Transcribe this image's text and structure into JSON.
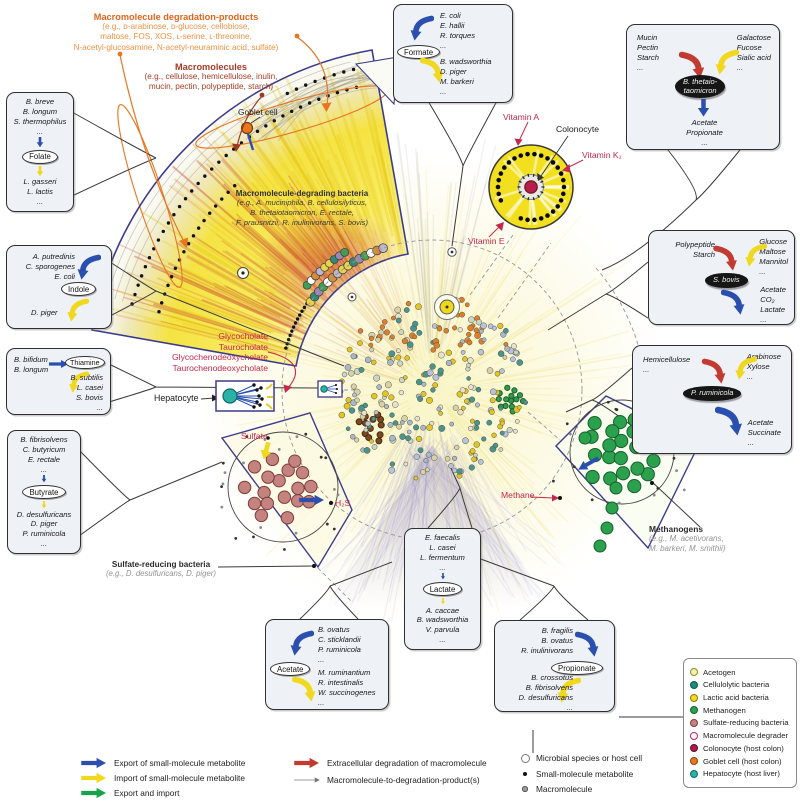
{
  "annotations": {
    "degradation_title": "Macromolecule degradation-products",
    "degradation_body": "(e.g., ᴅ-arabinose, ᴅ-glucose, cellobiose,\nmaltose, FOS, XOS, ʟ-serine, ʟ-threonine,\nN-acetyl-glucosamine, N-acetyl-neuraminic acid, sulfate)",
    "macromolecules_title": "Macromolecules",
    "macromolecules_body": "(e.g., cellulose, hemicellulose, inulin,\nmucin, pectin, polypeptide, starch)",
    "goblet_cell": "Goblet cell",
    "degrading_title": "Macromolecule-degrading bacteria",
    "degrading_body": "(e.g., A. muciniphila, B. cellulosilyticus,\nB. thetaiotaomicron, E. rectale,\nF. prausnitzii, R. inulinivorans, S. bovis)",
    "vitamin_a": "Vitamin A",
    "vitamin_k": "Vitamin K₁",
    "vitamin_e": "Vitamin E",
    "colonocyte": "Colonocyte",
    "bile_acids": "Glycocholate\nTaurocholate\nGlycochenodeoxycholate\nTaurochenodeoxycholate",
    "hepatocyte": "Hepatocyte",
    "sulfate": "Sulfate",
    "h2s": "H₂S",
    "methane": "Methane",
    "methanogens_title": "Methanogens",
    "methanogens_body": "(e.g., M. acetivorans,\nM. barkeri, M. smithii)",
    "srb_title": "Sulfate-reducing bacteria",
    "srb_body": "(e.g., D. desulfuricans, D. piger)"
  },
  "boxes": {
    "folate": {
      "inputs": "B. breve\nB. longum\nS. thermophilus\n...",
      "metabolite": "Folate",
      "outputs": "L. gasseri\nL. lactis\n..."
    },
    "formate": {
      "inputs": "E. coli\nE. hallii\nR. torques\n...",
      "metabolite": "Formate",
      "outputs": "B. wadsworthia\nD. piger\nM. barkeri\n..."
    },
    "indole": {
      "inputs": "A. putredinis\nC. sporogenes\nE. coli\n...",
      "metabolite": "Indole",
      "outputs": "D. piger"
    },
    "thiamine": {
      "inputs": "B. bifidum\nB. longum",
      "metabolite": "Thiamine",
      "outputs": "B. subtilis\nL. casei\nS. bovis\n..."
    },
    "butyrate": {
      "inputs": "B. fibrisolvens\nC. butyricum\nE. rectale\n...",
      "metabolite": "Butyrate",
      "outputs": "D. desulfuricans\nD. piger\nP. ruminicola\n..."
    },
    "lactate": {
      "inputs": "E. faecalis\nL. casei\nL. fermentum\n...",
      "metabolite": "Lactate",
      "outputs": "A. caccae\nB. wadsworthia\nV. parvula\n..."
    },
    "acetate": {
      "inputs": "B. ovatus\nC. sticklandii\nP. ruminicola\n...",
      "metabolite": "Acetate",
      "outputs": "M. ruminantium\nR. intestinalis\nW. succinogenes\n..."
    },
    "propionate": {
      "inputs": "B. fragilis\nB. ovatus\nR. inulinivorans\n...",
      "metabolite": "Propionate",
      "outputs": "B. crossotus\nB. fibrisolvens\nD. desulfuricans\n..."
    },
    "btheta": {
      "macromolecules": "Mucin\nPectin\nStarch\n...",
      "products": "Galactose\nFucose\nSialic acid\n...",
      "organism": "B. thetaio-\ntaomicron",
      "exports": "Acetate\nPropionate\n..."
    },
    "sbovis": {
      "macromolecules": "Polypeptide\nStarch",
      "products": "Glucose\nMaltose\nMannitol\n...",
      "organism": "S. bovis",
      "exports": "Acetate\nCO₂\nLactate\n..."
    },
    "pruminicola": {
      "macromolecules": "Hemicellulose\n...",
      "products": "Arabinose\nXylose\n...",
      "organism": "P. ruminicola",
      "exports": "Acetate\nSuccinate\n..."
    }
  },
  "legend": {
    "cells": [
      {
        "label": "Acetogen",
        "fill": "#f5f1a8",
        "stroke": "#8a8a30"
      },
      {
        "label": "Cellulolytic bacteria",
        "fill": "#1f8a7a",
        "stroke": "#0f5448"
      },
      {
        "label": "Lactic acid bacteria",
        "fill": "#f6d91c",
        "stroke": "#8a7a10"
      },
      {
        "label": "Methanogen",
        "fill": "#2ba14e",
        "stroke": "#15602c"
      },
      {
        "label": "Sulfate-reducing bacteria",
        "fill": "#c4837f",
        "stroke": "#7c3c38"
      },
      {
        "label": "Macromolecule degrader",
        "fill": "#ffffff",
        "stroke": "#c2265a"
      },
      {
        "label": "Colonocyte (host colon)",
        "fill": "#a81d45",
        "stroke": "#5e1028"
      },
      {
        "label": "Goblet cell (host colon)",
        "fill": "#e8781e",
        "stroke": "#8a430e"
      },
      {
        "label": "Hepatocyte (host liver)",
        "fill": "#29b3a6",
        "stroke": "#0e6a60"
      }
    ],
    "arrows": [
      {
        "label": "Export of small-molecule metabolite",
        "color": "#2b4fae"
      },
      {
        "label": "Import of small-molecule metabolite",
        "color": "#f0d81e"
      },
      {
        "label": "Export and import",
        "color": "#17a34a"
      },
      {
        "label": "Extracellular degradation of macromolecule",
        "color": "#c23a30"
      },
      {
        "label": "Macromolecule-to-degradation-product(s)",
        "color": "#777777"
      }
    ],
    "nodes": [
      {
        "label": "Microbial species or host cell"
      },
      {
        "label": "Small-molecule metabolite"
      },
      {
        "label": "Macromolecule"
      }
    ]
  }
}
